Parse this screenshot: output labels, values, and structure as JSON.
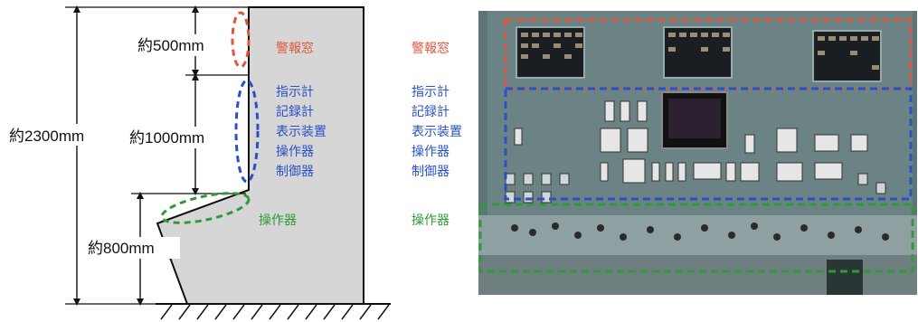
{
  "colors": {
    "alarm": "#e0563a",
    "indicator": "#2a50c8",
    "operator": "#2f9a36",
    "panel_fill": "#d6d6d6"
  },
  "dimensions": {
    "total": "約2300mm",
    "alarm_zone": "約500mm",
    "indicator_zone": "約1000mm",
    "operator_zone": "約800mm"
  },
  "left_labels": {
    "alarm": "警報窓",
    "indicator_lines": [
      "指示計",
      "記録計",
      "表示装置",
      "操作器",
      "制御器"
    ],
    "operator": "操作器"
  },
  "right_labels": {
    "alarm": "警報窓",
    "indicator_lines": [
      "指示計",
      "記録計",
      "表示装置",
      "操作器",
      "制御器"
    ],
    "operator": "操作器"
  }
}
